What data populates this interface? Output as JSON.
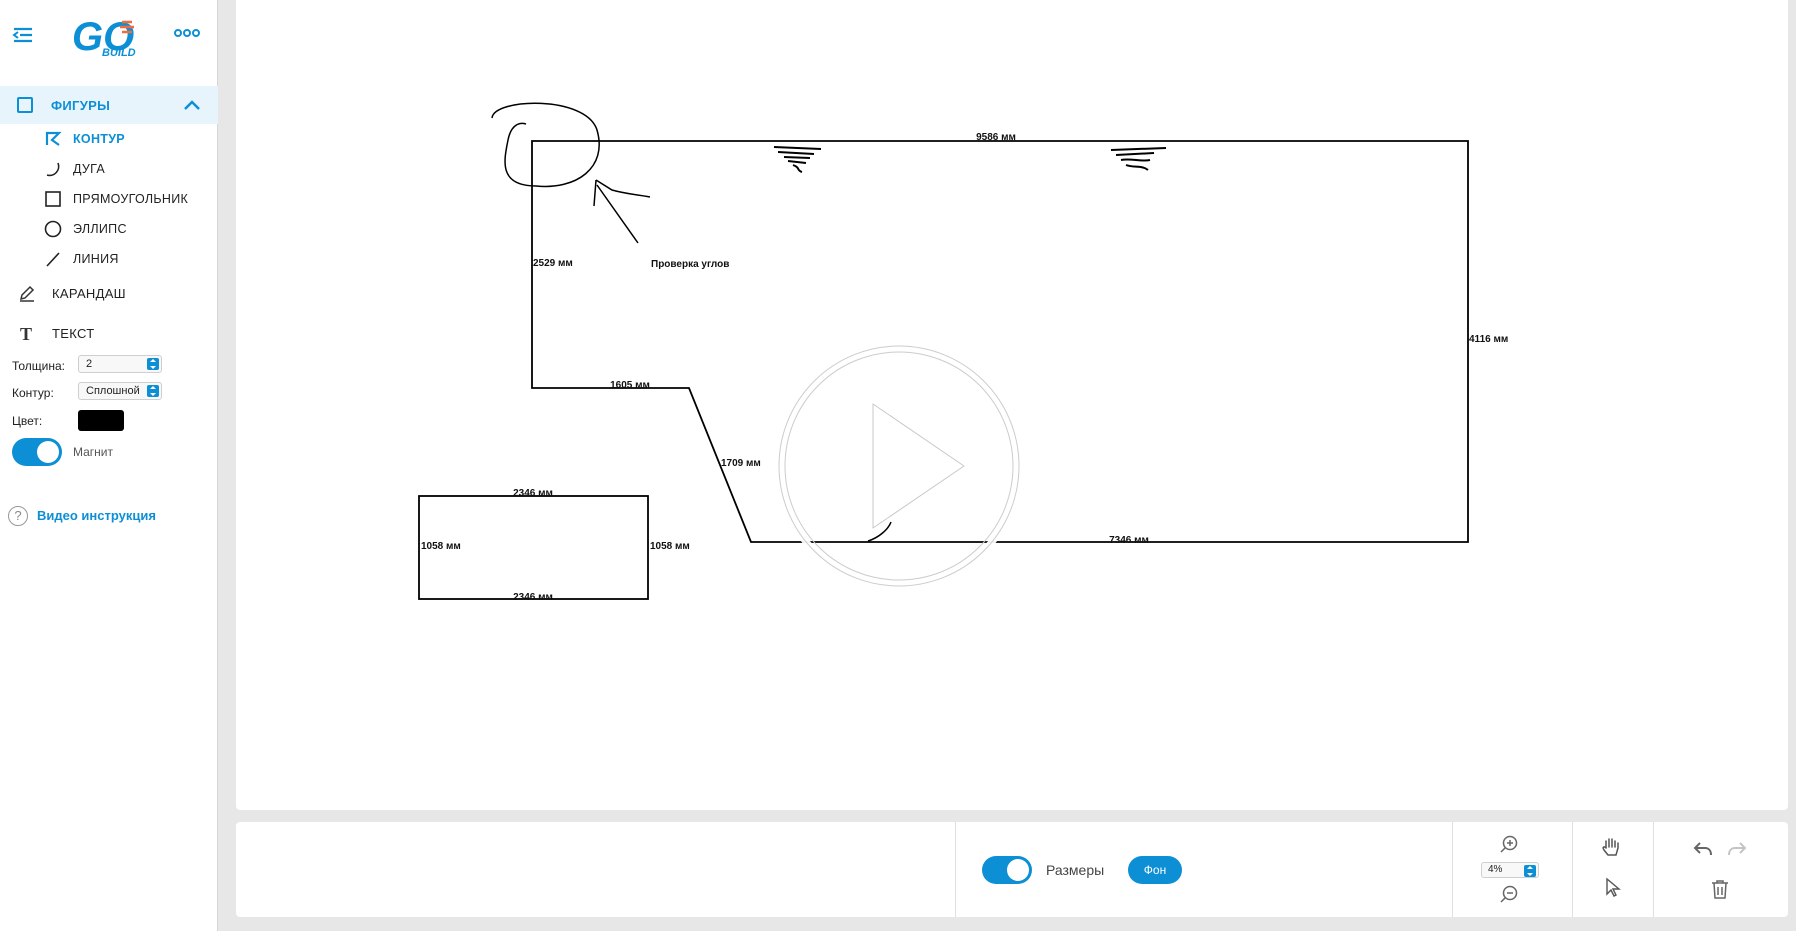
{
  "sidebar": {
    "logo": {
      "top": "GO",
      "bottom": "BUILD"
    },
    "section_title": "ФИГУРЫ",
    "tools": [
      {
        "label": "КОНТУР",
        "icon": "contour-icon",
        "active": true
      },
      {
        "label": "ДУГА",
        "icon": "arc-icon",
        "active": false
      },
      {
        "label": "ПРЯМОУГОЛЬНИК",
        "icon": "rectangle-icon",
        "active": false
      },
      {
        "label": "ЭЛЛИПС",
        "icon": "ellipse-icon",
        "active": false
      },
      {
        "label": "ЛИНИЯ",
        "icon": "line-icon",
        "active": false
      }
    ],
    "pencil_label": "КАРАНДАШ",
    "text_label": "ТЕКСТ",
    "thickness_label": "Толщина:",
    "thickness_value": "2",
    "contour_label": "Контур:",
    "contour_value": "Сплошной",
    "color_label": "Цвет:",
    "color_value": "#000000",
    "magnet_label": "Магнит",
    "magnet_on": true,
    "help_link": "Видео инструкция"
  },
  "canvas": {
    "annotation": "Проверка углов",
    "dimensions": {
      "top": "9586 мм",
      "left": "2529 мм",
      "right": "4116 мм",
      "step": "1605 мм",
      "diagonal": "1709 мм",
      "bottom": "7346 мм",
      "rect_top": "2346 мм",
      "rect_bottom": "2346 мм",
      "rect_left": "1058 мм",
      "rect_right": "1058 мм"
    }
  },
  "bottombar": {
    "sizes_label": "Размеры",
    "sizes_on": true,
    "background_button": "Фон",
    "zoom_value": "4%"
  },
  "colors": {
    "accent": "#0d8fd6",
    "logo_orange": "#f26b3a"
  }
}
